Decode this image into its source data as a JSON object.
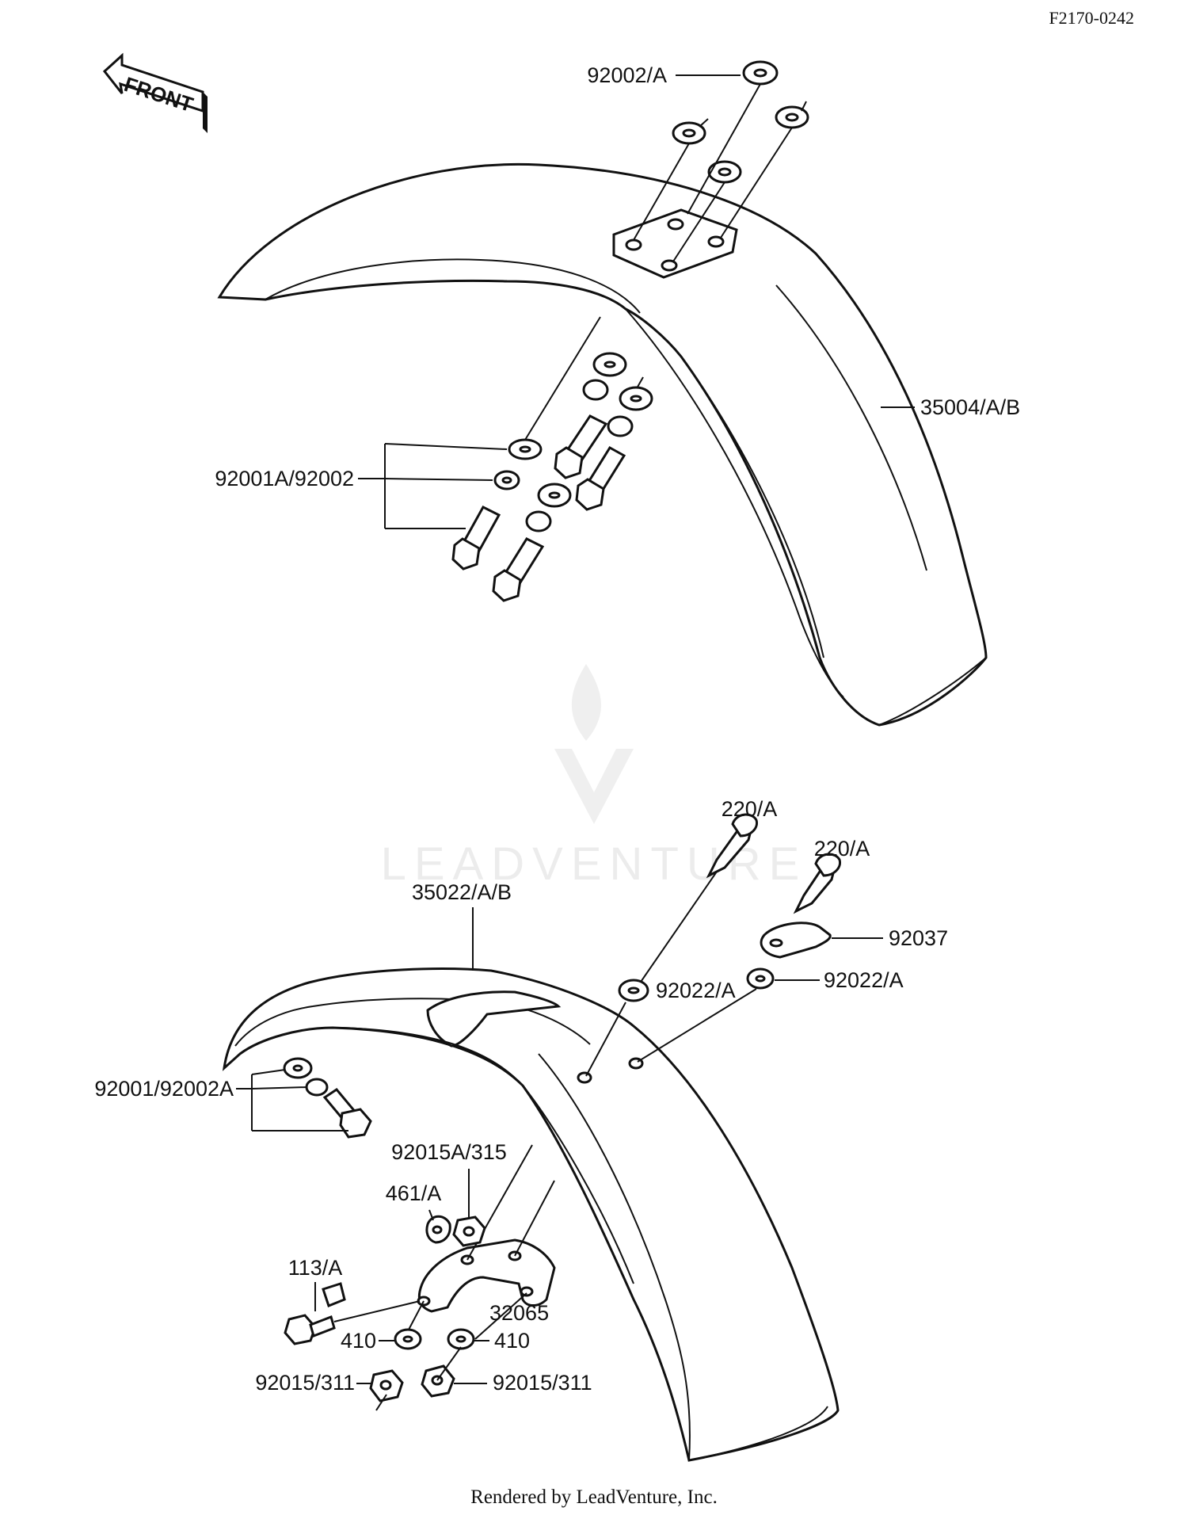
{
  "diagram_code": "F2170-0242",
  "front_arrow_label": "FRONT",
  "watermark": "LEADVENTURE",
  "footer": "Rendered by LeadVenture, Inc.",
  "labels": {
    "p92002a_top": "92002/A",
    "p35004": "35004/A/B",
    "p92001a_92002": "92001A/92002",
    "p220a_1": "220/A",
    "p220a_2": "220/A",
    "p35022": "35022/A/B",
    "p92037": "92037",
    "p92022a_1": "92022/A",
    "p92022a_2": "92022/A",
    "p92001_92002a": "92001/92002A",
    "p92015a_315": "92015A/315",
    "p461a": "461/A",
    "p113a": "113/A",
    "p32065": "32065",
    "p410_1": "410",
    "p410_2": "410",
    "p92015_311_1": "92015/311",
    "p92015_311_2": "92015/311"
  }
}
